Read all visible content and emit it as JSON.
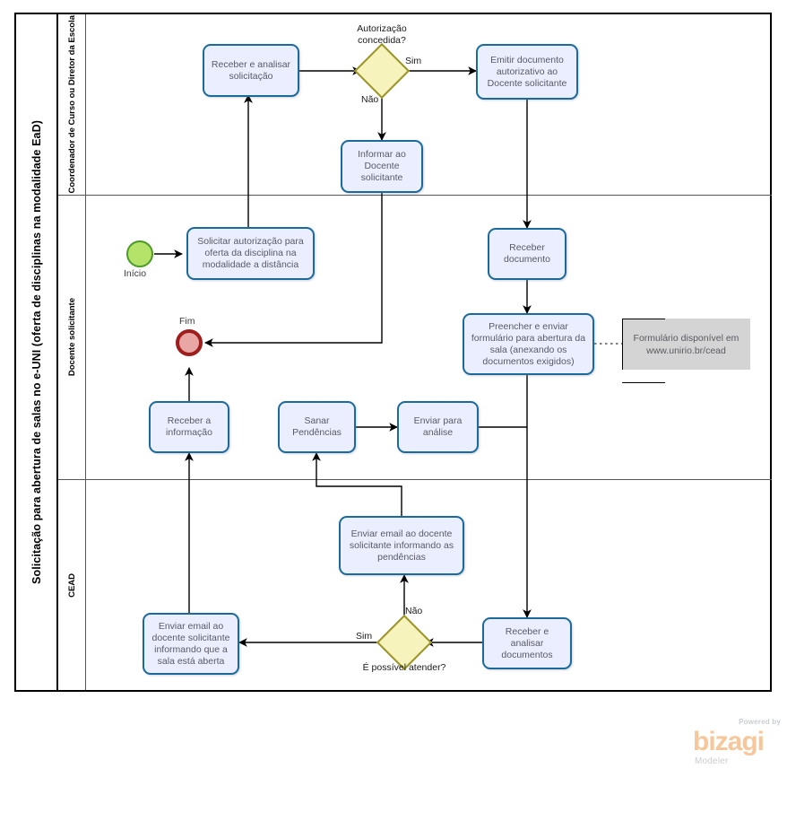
{
  "pool": {
    "title": "Solicitação para abertura de salas no e-UNI (oferta de disciplinas na modalidade EaD)",
    "lanes": [
      {
        "id": "coordenador",
        "label": "Coordenador de Curso ou Diretor da Escola"
      },
      {
        "id": "docente",
        "label": "Docente  solicitante"
      },
      {
        "id": "cead",
        "label": "CEAD"
      }
    ]
  },
  "events": {
    "start": {
      "label": "Início",
      "color": "#b5e36a",
      "border": "#4a9a26"
    },
    "end": {
      "label": "Fim",
      "color": "#e8a6a4",
      "border": "#9e1d1d"
    }
  },
  "tasks": {
    "receber_analisar_solicitacao": "Receber  e analisar solicitação",
    "emitir_documento": "Emitir documento autorizativo ao Docente solicitante",
    "informar_docente": "Informar ao Docente solicitante",
    "solicitar_autorizacao": "Solicitar autorização para oferta da disciplina na modalidade a distância",
    "receber_documento": "Receber documento",
    "preencher_enviar_formulario": "Preencher e enviar formulário para abertura da sala (anexando os documentos exigidos)",
    "receber_informacao": "Receber a informação",
    "sanar_pendencias": "Sanar Pendências",
    "enviar_para_analise": "Enviar para análise",
    "enviar_email_pendencias": "Enviar email ao docente solicitante informando as pendências",
    "enviar_email_sala_aberta": "Enviar email ao docente solicitante informando que a sala está aberta",
    "receber_analisar_documentos": "Receber e analisar documentos"
  },
  "gateways": {
    "autorizacao": {
      "caption": "Autorização concedida?",
      "yes": "Sim",
      "no": "Não"
    },
    "possivel_atender": {
      "caption": "É possível atender?",
      "yes": "Sim",
      "no": "Não"
    }
  },
  "annotations": {
    "formulario": "Formulário disponível em www.unirio.br/cead"
  },
  "branding": {
    "powered_by": "Powered by",
    "wordmark": "bizagi",
    "product": "Modeler"
  },
  "colors": {
    "task_fill": "#eaeeff",
    "task_border": "#1b6a9c",
    "gateway_fill": "#f7f3bd",
    "gateway_border": "#9a9427",
    "annotation_fill": "#d4d4d4",
    "brand": "#f6c79a"
  }
}
